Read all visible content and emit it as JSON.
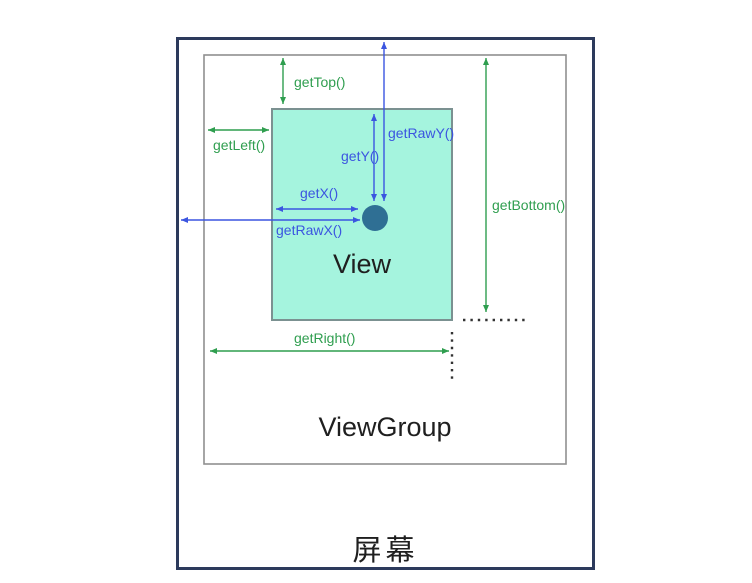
{
  "diagram": {
    "labels": {
      "screen": "屏幕",
      "viewgroup": "ViewGroup",
      "view": "View",
      "getTop": "getTop()",
      "getLeft": "getLeft()",
      "getBottom": "getBottom()",
      "getRight": "getRight()",
      "getY": "getY()",
      "getRawY": "getRawY()",
      "getX": "getX()",
      "getRawX": "getRawX()"
    },
    "colors": {
      "green_arrow": "#2f9e4f",
      "blue_arrow": "#3b55e0",
      "view_fill": "#a5f4de",
      "view_border": "#7b9191",
      "viewgroup_border": "#8f8f8f",
      "screen_border": "#2c3a5c",
      "touch_point": "#2f6f94",
      "dotted_line": "#333333",
      "text_color": "#1f1f1f"
    }
  }
}
